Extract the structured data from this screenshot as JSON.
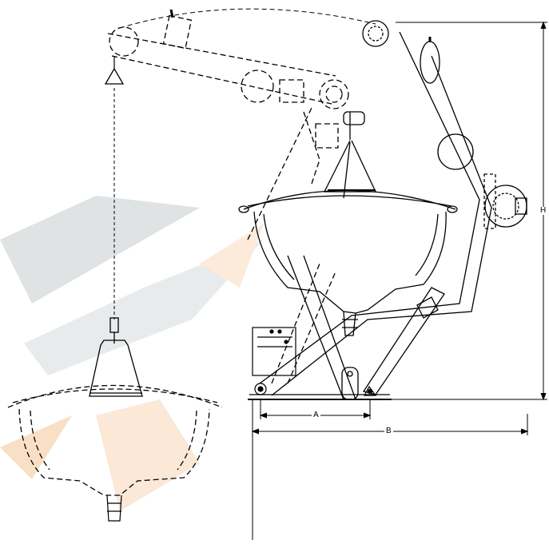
{
  "dimensions": {
    "a_label": "A",
    "b_label": "B",
    "h_label": "H"
  },
  "colors": {
    "line": "#000000",
    "background": "#ffffff",
    "watermark_gray": "#c9ced1",
    "watermark_orange": "#f6c89c"
  }
}
